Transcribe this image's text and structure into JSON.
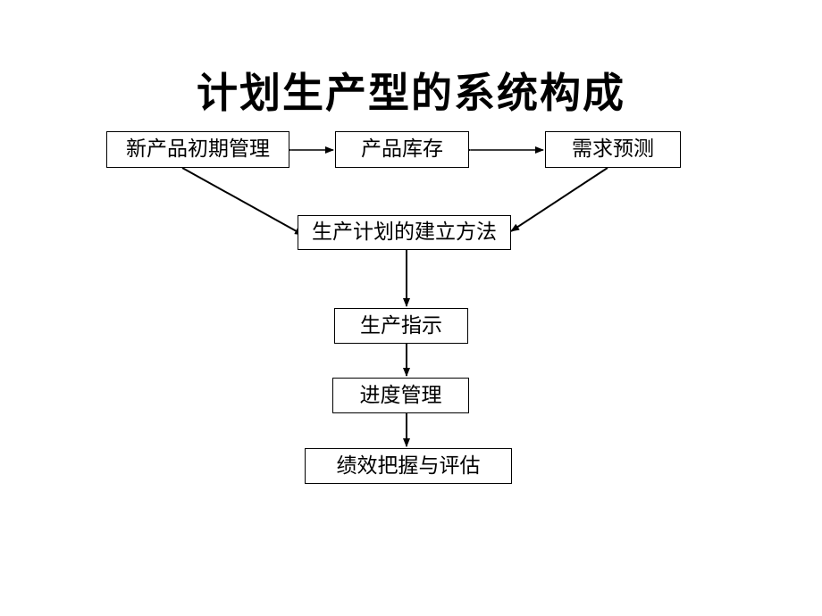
{
  "title": "计划生产型的系统构成",
  "nodes": {
    "new_product": "新产品初期管理",
    "inventory": "产品库存",
    "demand": "需求预测",
    "plan_method": "生产计划的建立方法",
    "production_order": "生产指示",
    "progress_mgmt": "进度管理",
    "performance": "绩效把握与评估"
  }
}
